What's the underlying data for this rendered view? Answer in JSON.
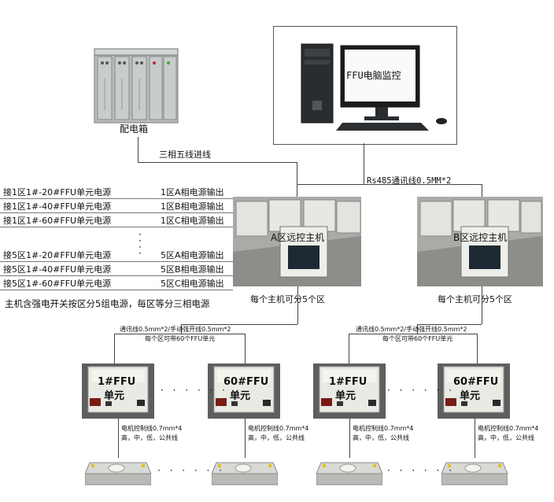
{
  "power_cabinet": {
    "label": "配电箱"
  },
  "pc": {
    "screen_text": "FFU电脑监控"
  },
  "lines": {
    "power_in": "三相五线进线",
    "rs485": "Rs485通讯线0.5MM*2"
  },
  "left_table": [
    {
      "left": "接1区1#-20#FFU单元电源",
      "right": "1区A相电源输出"
    },
    {
      "left": "接1区1#-40#FFU单元电源",
      "right": "1区B相电源输出"
    },
    {
      "left": "接1区1#-60#FFU单元电源",
      "right": "1区C相电源输出"
    },
    {
      "left": "接5区1#-20#FFU单元电源",
      "right": "5区A相电源输出"
    },
    {
      "left": "接5区1#-40#FFU单元电源",
      "right": "5区B相电源输出"
    },
    {
      "left": "接5区1#-60#FFU单元电源",
      "right": "5区C相电源输出"
    }
  ],
  "main_note": "主机含强电开关按区分5组电源，每区等分三相电源",
  "hosts": [
    {
      "label": "A区远控主机",
      "caption": "每个主机可分5个区"
    },
    {
      "label": "B区远控主机",
      "caption": "每个主机可分5个区"
    }
  ],
  "comm_groups": [
    {
      "line1": "通讯线0.5mm*2/手动强开线0.5mm*2",
      "line2": "每个区可带60个FFU单元"
    },
    {
      "line1": "通讯线0.5mm*2/手动强开线0.5mm*2",
      "line2": "每个区可带60个FFU单元"
    }
  ],
  "ffu_units": [
    {
      "label_a": "1#FFU",
      "label_b": "单元"
    },
    {
      "label_a": "60#FFU",
      "label_b": "单元"
    },
    {
      "label_a": "1#FFU",
      "label_b": "单元"
    },
    {
      "label_a": "60#FFU",
      "label_b": "单元"
    }
  ],
  "motor_notes": [
    {
      "line1": "电机控制线0.7mm*4",
      "line2": "高，中，低，公共线"
    },
    {
      "line1": "电机控制线0.7mm*4",
      "line2": "高，中，低，公共线"
    },
    {
      "line1": "电机控制线0.7mm*4",
      "line2": "高，中，低，公共线"
    },
    {
      "line1": "电机控制线0.7mm*4",
      "line2": "高，中，低，公共线"
    }
  ],
  "dots": "· · · · · ·",
  "colors": {
    "line": "#444444",
    "panel": "#cfd3d4",
    "device": "#e9ebe6",
    "screen": "#1d2a33"
  }
}
